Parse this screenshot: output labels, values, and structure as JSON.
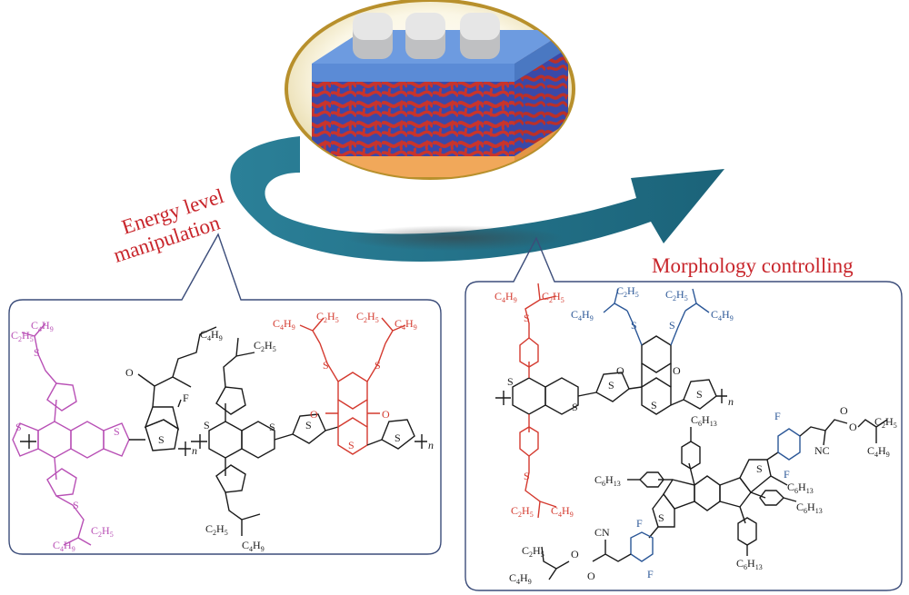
{
  "labels": {
    "energy_line1": "Energy level",
    "energy_line2": "manipulation",
    "morphology": "Morphology controlling"
  },
  "chem": {
    "c4h9": "C4H9",
    "c2h5": "C2H5",
    "c6h13": "C6H13",
    "s": "S",
    "o": "O",
    "f": "F",
    "nc": "NC",
    "cn": "CN",
    "n": "n"
  },
  "colors": {
    "arrow": "#1f6f86",
    "donor": "#3a49a8",
    "acceptor": "#c8342c",
    "top_layer": "#5b8bd6",
    "substrate": "#f1a85a",
    "energy_accent": "#b84fb5",
    "acceptor_accent": "#d43a2f",
    "fluoro_accent": "#2b5797",
    "label_red": "#c8252b",
    "frame": "#3c4d7a"
  }
}
